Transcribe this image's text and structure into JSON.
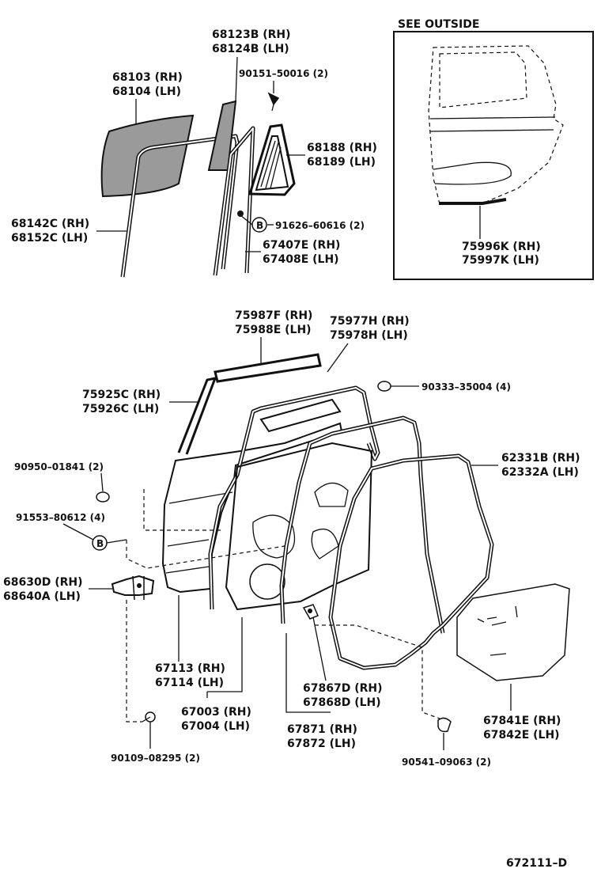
{
  "inset": {
    "title": "SEE  OUTSIDE",
    "label_rh": "75996K (RH)",
    "label_lh": "75997K (LH)"
  },
  "labels": {
    "p68123": [
      "68123B (RH)",
      "68124B (LH)"
    ],
    "p90151": [
      "90151–50016 (2)"
    ],
    "p68103": [
      "68103 (RH)",
      "68104 (LH)"
    ],
    "p68188": [
      "68188 (RH)",
      "68189 (LH)"
    ],
    "p68142": [
      "68142C (RH)",
      "68152C (LH)"
    ],
    "p91626": [
      "91626–60616 (2)"
    ],
    "p67407": [
      "67407E (RH)",
      "67408E (LH)"
    ],
    "p75987": [
      "75987F (RH)",
      "75988E (LH)"
    ],
    "p75977": [
      "75977H (RH)",
      "75978H (LH)"
    ],
    "p90333": [
      "90333–35004 (4)"
    ],
    "p75925": [
      "75925C (RH)",
      "75926C (LH)"
    ],
    "p90950": [
      "90950–01841 (2)"
    ],
    "p62331": [
      "62331B (RH)",
      "62332A (LH)"
    ],
    "p91553": [
      "91553–80612 (4)"
    ],
    "p68630": [
      "68630D (RH)",
      "68640A (LH)"
    ],
    "p67113": [
      "67113 (RH)",
      "67114 (LH)"
    ],
    "p67867": [
      "67867D (RH)",
      "67868D (LH)"
    ],
    "p67003": [
      "67003 (RH)",
      "67004 (LH)"
    ],
    "p67841": [
      "67841E (RH)",
      "67842E (LH)"
    ],
    "p67871": [
      "67871 (RH)",
      "67872 (LH)"
    ],
    "p90109": [
      "90109–08295 (2)"
    ],
    "p90541": [
      "90541–09063 (2)"
    ]
  },
  "callout_letter": "B",
  "figure_code": "672111–D"
}
